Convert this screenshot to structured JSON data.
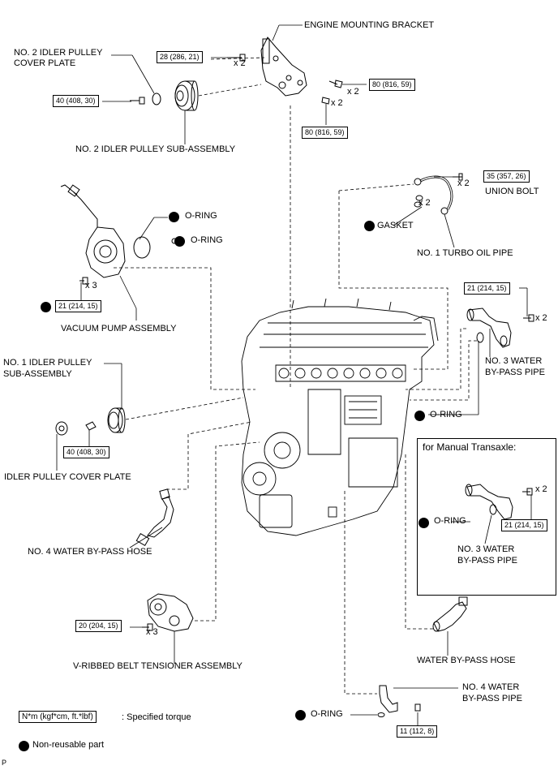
{
  "labels": {
    "engine_mounting_bracket": "ENGINE MOUNTING BRACKET",
    "no2_idler_pulley_cover_plate_1": "NO. 2 IDLER PULLEY",
    "no2_idler_pulley_cover_plate_2": "COVER PLATE",
    "no2_idler_pulley_sub_assembly": "NO. 2 IDLER PULLEY SUB-ASSEMBLY",
    "union_bolt": "UNION BOLT",
    "gasket": "GASKET",
    "no1_turbo_oil_pipe": "NO. 1 TURBO OIL PIPE",
    "o_ring_vacuum_1": "O-RING",
    "o_ring_vacuum_2": "O-RING",
    "vacuum_pump_assembly": "VACUUM PUMP ASSEMBLY",
    "no3_water_bypass_pipe_1": "NO. 3 WATER",
    "no3_water_bypass_pipe_2": "BY-PASS PIPE",
    "o_ring_pipe": "O-RING",
    "no1_idler_pulley_1": "NO. 1 IDLER PULLEY",
    "no1_idler_pulley_2": "SUB-ASSEMBLY",
    "idler_pulley_cover_plate": "IDLER PULLEY COVER PLATE",
    "manual_transaxle": "for Manual Transaxle:",
    "o_ring_manual": "O-RING",
    "no3_water_bypass_pipe_mt_1": "NO. 3 WATER",
    "no3_water_bypass_pipe_mt_2": "BY-PASS PIPE",
    "no4_water_bypass_hose": "NO. 4 WATER BY-PASS HOSE",
    "water_bypass_hose": "WATER BY-PASS HOSE",
    "v_ribbed_belt_tensioner": "V-RIBBED BELT TENSIONER ASSEMBLY",
    "no4_water_bypass_pipe_1": "NO. 4 WATER",
    "no4_water_bypass_pipe_2": "BY-PASS PIPE",
    "o_ring_bottom": "O-RING",
    "specified_torque": ": Specified torque",
    "non_reusable": "Non-reusable part",
    "figure_code": "P"
  },
  "torques": {
    "bracket_bolt": "28 (286, 21)",
    "bracket_nut_upper": "80 (816, 59)",
    "bracket_nut_lower": "80 (816, 59)",
    "no2_idler": "40 (408, 30)",
    "union_bolt": "35 (357, 26)",
    "vacuum_pump": "21 (214, 15)",
    "no3_pipe": "21 (214, 15)",
    "no1_idler": "40 (408, 30)",
    "no3_pipe_mt": "21 (214, 15)",
    "tensioner": "20 (204, 15)",
    "no4_pipe": "11 (112, 8)",
    "legend_units": "N*m (kgf*cm, ft.*lbf)"
  },
  "counts": {
    "bracket_bolt": "x 2",
    "bracket_nut_upper": "x 2",
    "bracket_nut_lower": "x 2",
    "union_bolt": "x 2",
    "gasket": "x 2",
    "vacuum_pump": "x 3",
    "no3_pipe": "x 2",
    "no3_pipe_mt": "x 2",
    "tensioner": "x 3"
  },
  "colors": {
    "ink": "#000000",
    "paper": "#ffffff"
  }
}
